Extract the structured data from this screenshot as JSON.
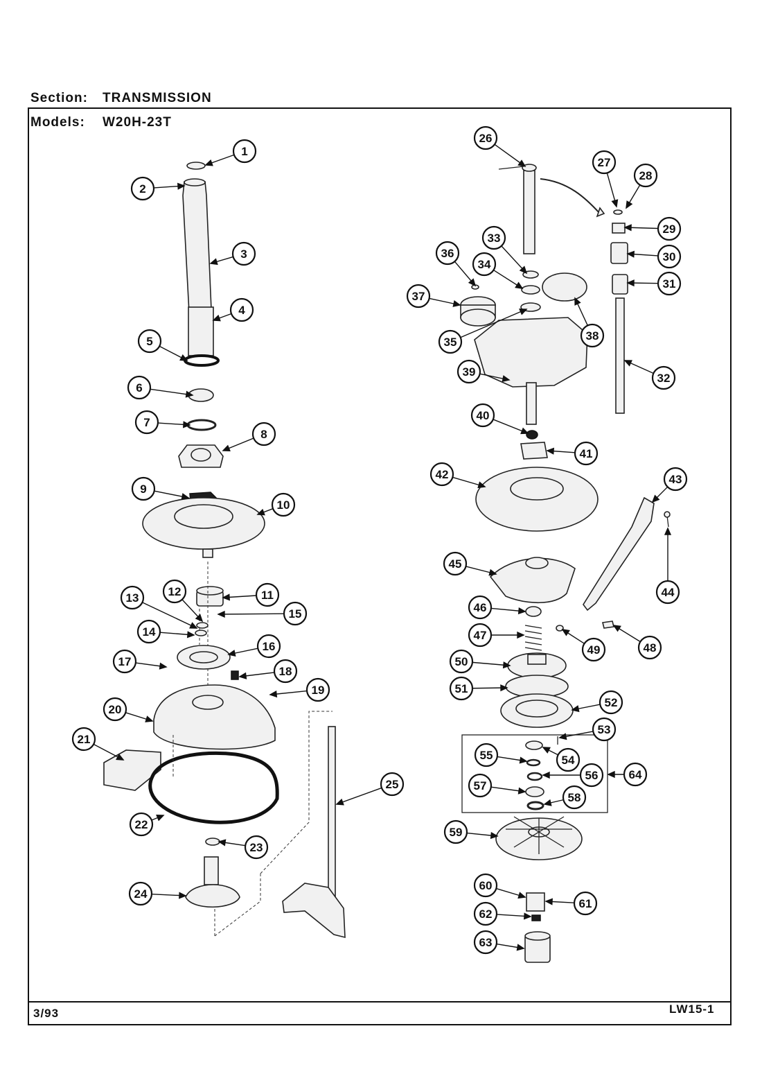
{
  "header": {
    "section_label": "Section:",
    "section_value": "TRANSMISSION",
    "models_label": "Models:",
    "models_value": "W20H-23T"
  },
  "footer": {
    "date": "3/93",
    "code": "LW15-1"
  },
  "callouts": [
    "1",
    "2",
    "3",
    "4",
    "5",
    "6",
    "7",
    "8",
    "9",
    "10",
    "11",
    "12",
    "13",
    "14",
    "15",
    "16",
    "17",
    "18",
    "19",
    "20",
    "21",
    "22",
    "23",
    "24",
    "25",
    "26",
    "27",
    "28",
    "29",
    "30",
    "31",
    "32",
    "33",
    "34",
    "35",
    "36",
    "37",
    "38",
    "39",
    "40",
    "41",
    "42",
    "43",
    "44",
    "45",
    "46",
    "47",
    "48",
    "49",
    "50",
    "51",
    "52",
    "53",
    "54",
    "55",
    "56",
    "57",
    "58",
    "59",
    "60",
    "61",
    "62",
    "63",
    "64"
  ]
}
